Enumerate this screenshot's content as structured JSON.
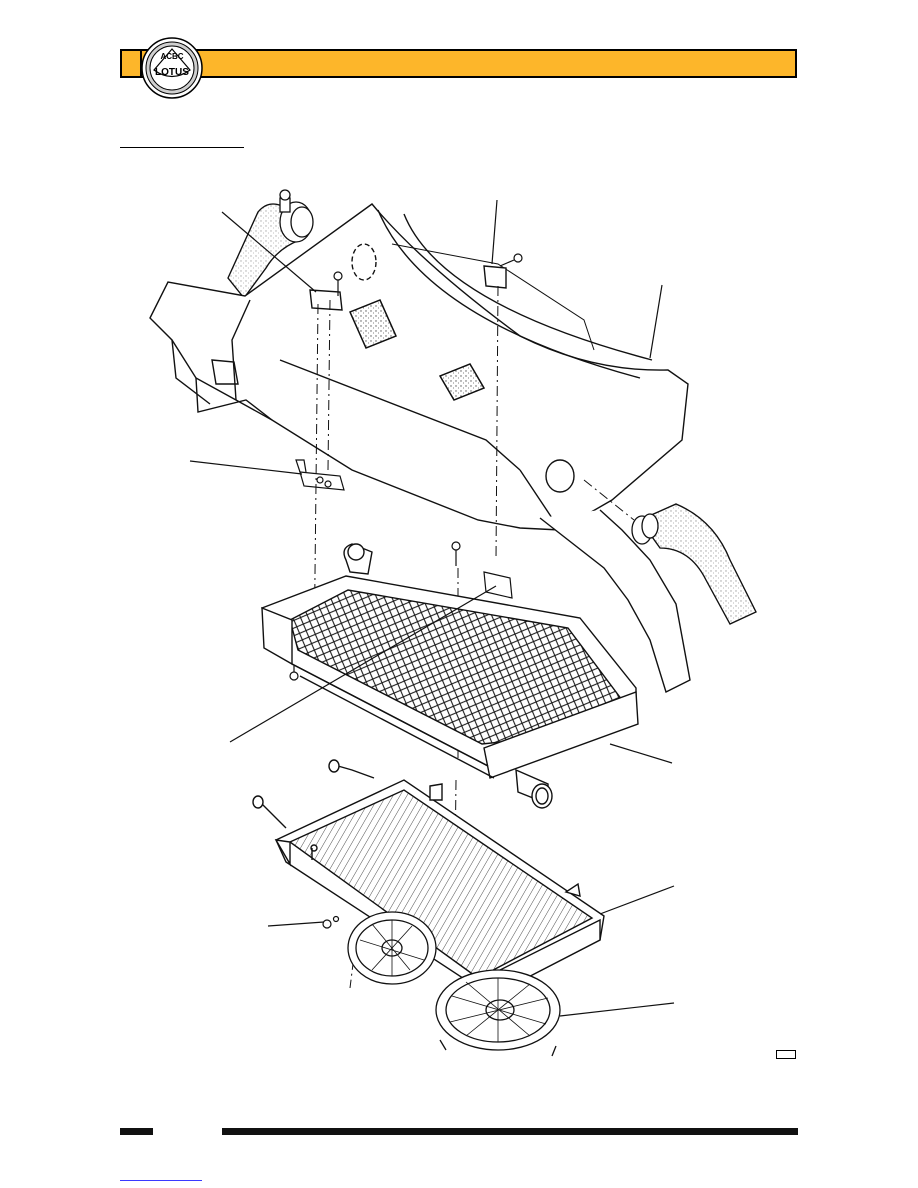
{
  "header": {
    "brand": "LOTUS",
    "accent_color": "#FDB62A"
  },
  "diagram": {
    "kind": "exploded-view",
    "components": [
      "radiator-crossmember-duct",
      "radiator",
      "air-conditioning-condenser",
      "cooling-fan-left",
      "cooling-fan-right",
      "coolant-hose-left",
      "coolant-hose-right",
      "mounting-brackets",
      "fixing-bolts"
    ]
  },
  "icons": [
    "lotus-logo-icon"
  ]
}
